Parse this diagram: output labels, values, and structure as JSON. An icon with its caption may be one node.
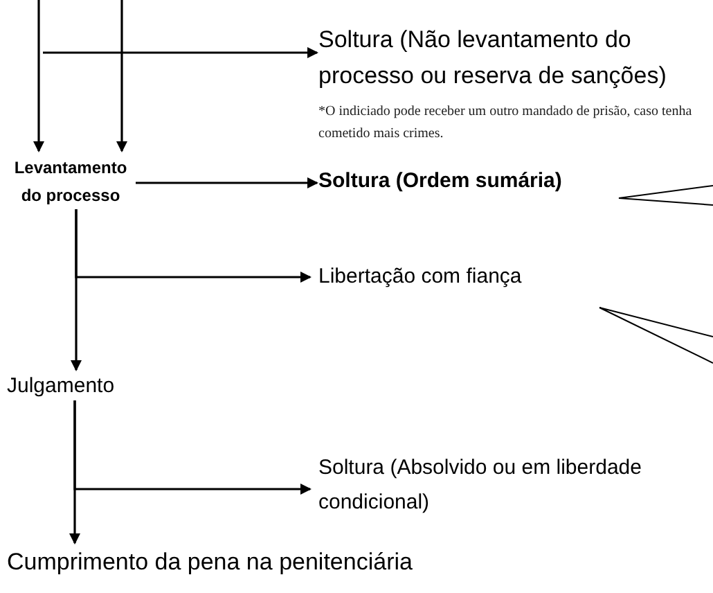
{
  "diagram": {
    "nodes": [
      {
        "text": [
          "Soltura (Não levantamento do processo ou reserva de sanções)"
        ],
        "beside": [
          "*O indiciado pode receber um outro mandado de prisão, caso tenha cometido mais crimes."
        ]
      },
      {
        "text": [
          "Levantamento do processo"
        ]
      },
      {
        "text": [
          "Soltura (Ordem sumária)"
        ]
      },
      {
        "text": [
          "Libertação com fiança"
        ]
      },
      {
        "text": [
          "Julgamento"
        ]
      },
      {
        "text": [
          "Soltura (Absolvido ou em liberdade condicional)"
        ]
      },
      {
        "text": [
          "Cumprimento da pena na penitenciária"
        ]
      }
    ],
    "edges": [
      {
        "from": null,
        "to": 1,
        "arrow": "to"
      },
      {
        "from": null,
        "to": 1,
        "arrow": "to"
      },
      {
        "from": null,
        "to": 0,
        "arrow": "to"
      },
      {
        "from": 1,
        "to": 2,
        "arrow": "to"
      },
      {
        "from": 1,
        "to": 3,
        "arrow": "to"
      },
      {
        "from": 1,
        "to": 4,
        "arrow": "to"
      },
      {
        "from": 4,
        "to": 5,
        "arrow": "to"
      },
      {
        "from": 4,
        "to": 6,
        "arrow": "to"
      }
    ]
  }
}
